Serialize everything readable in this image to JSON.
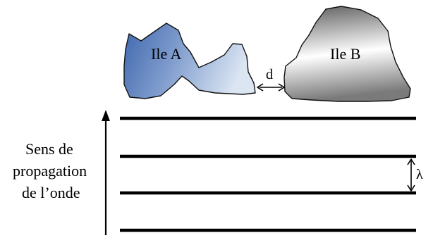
{
  "diagram": {
    "island_a": {
      "label": "Ile A",
      "color": "#4a74b8"
    },
    "island_b": {
      "label": "Ile B",
      "color": "#6e6e6e"
    },
    "gap_label": "d",
    "direction_label": [
      "Sens de",
      "propagation",
      "de l’onde"
    ],
    "wavelength_label": "λ",
    "wavefront_count": 4,
    "line_color": "#000000"
  }
}
